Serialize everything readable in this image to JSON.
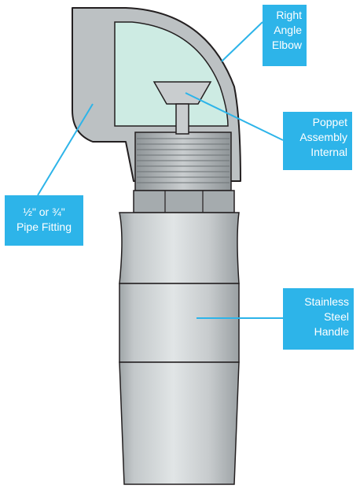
{
  "callouts": {
    "elbow": [
      "Right",
      "Angle",
      "Elbow"
    ],
    "poppet": [
      "Poppet",
      "Assembly",
      "Internal"
    ],
    "fitting": [
      "½\" or ¾\"",
      "Pipe Fitting"
    ],
    "handle": [
      "Stainless",
      "Steel",
      "Handle"
    ]
  },
  "colors": {
    "accent": "#2db4e9",
    "metal": "#bcc1c3",
    "chamber": "#cdebe3",
    "outline": "#231f20"
  }
}
